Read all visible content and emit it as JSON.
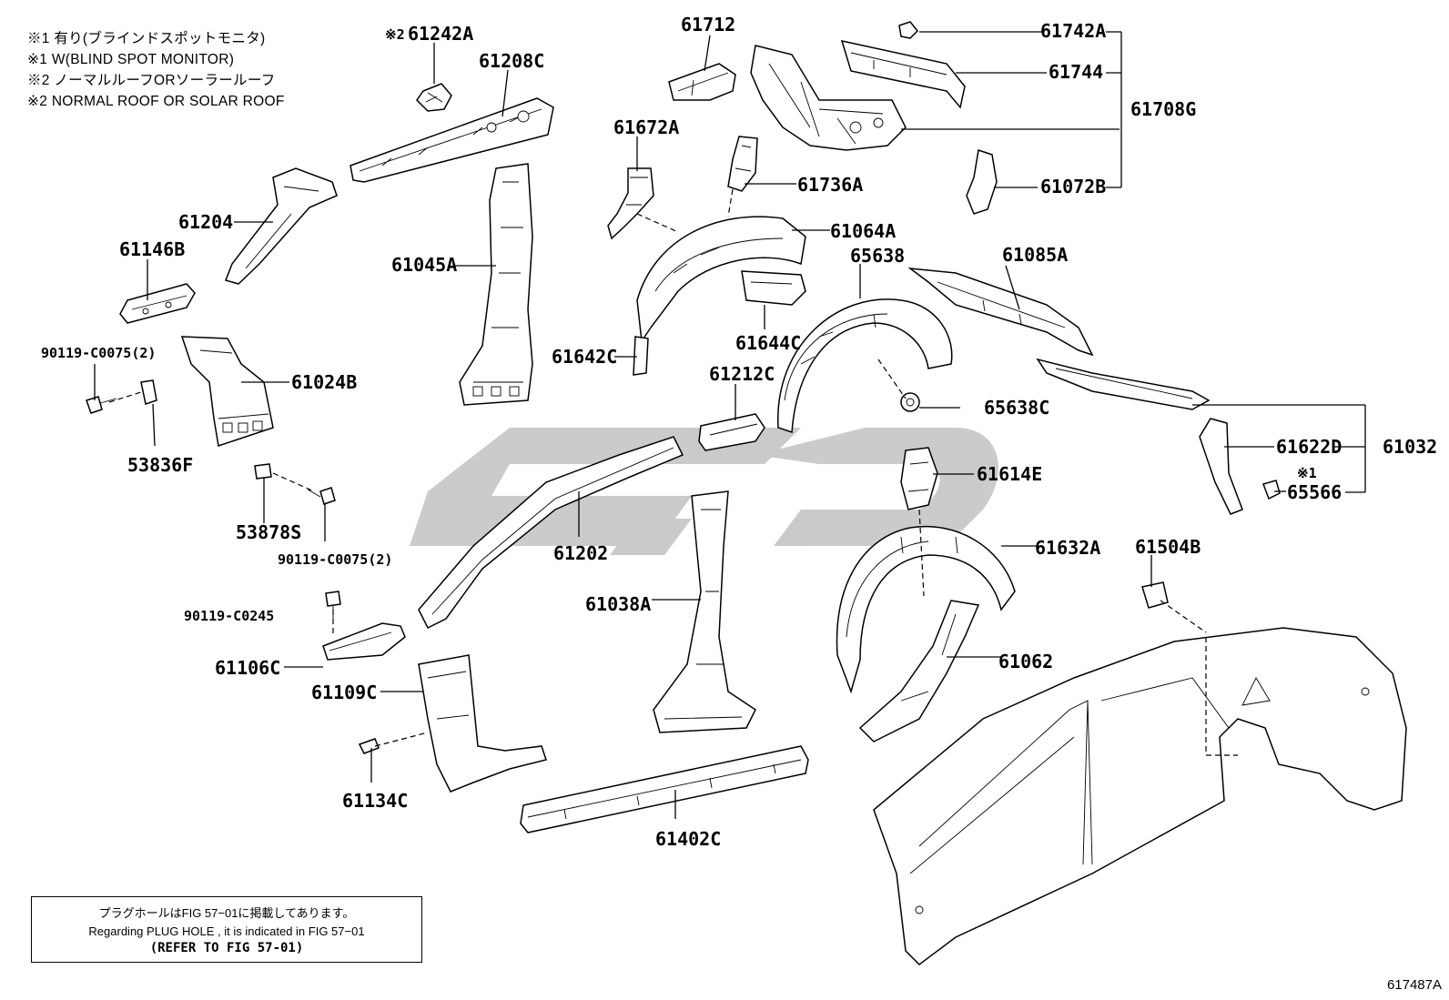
{
  "legend": {
    "line1": "※1 有り(ブラインドスポットモニタ)",
    "line2": "※1 W(BLIND SPOT MONITOR)",
    "line3": "※2 ノーマルルーフORソーラールーフ",
    "line4": "※2 NORMAL ROOF OR SOLAR ROOF"
  },
  "labels": {
    "p61242A": "61242A",
    "p61242A_mark": "※2",
    "p61208C": "61208C",
    "p61712": "61712",
    "p61742A": "61742A",
    "p61744": "61744",
    "p61708G": "61708G",
    "p61672A": "61672A",
    "p61736A": "61736A",
    "p61072B": "61072B",
    "p61204": "61204",
    "p61146B": "61146B",
    "p61045A": "61045A",
    "p61064A": "61064A",
    "p65638": "65638",
    "p61085A": "61085A",
    "p90119a": "90119-C0075(2)",
    "p61024B": "61024B",
    "p61642C": "61642C",
    "p61644C": "61644C",
    "p61212C": "61212C",
    "p65638C": "65638C",
    "p53836F": "53836F",
    "p61622D": "61622D",
    "p61032": "61032",
    "p65566_mark": "※1",
    "p65566": "65566",
    "p61614E": "61614E",
    "p53878S": "53878S",
    "p90119b": "90119-C0075(2)",
    "p61202": "61202",
    "p61632A": "61632A",
    "p61504B": "61504B",
    "p61038A": "61038A",
    "p90119c": "90119-C0245",
    "p61106C": "61106C",
    "p61062": "61062",
    "p61109C": "61109C",
    "p61134C": "61134C",
    "p61402C": "61402C"
  },
  "note": {
    "line1": "プラグホールはFIG 57−01に掲載してあります。",
    "line2": "Regarding  PLUG  HOLE , it is indicated in FIG  57−01",
    "line3": "(REFER TO FIG 57-01)"
  },
  "figure_id": "617487A",
  "colors": {
    "line": "#000000",
    "background": "#ffffff",
    "watermark": "#c8c8c8"
  }
}
